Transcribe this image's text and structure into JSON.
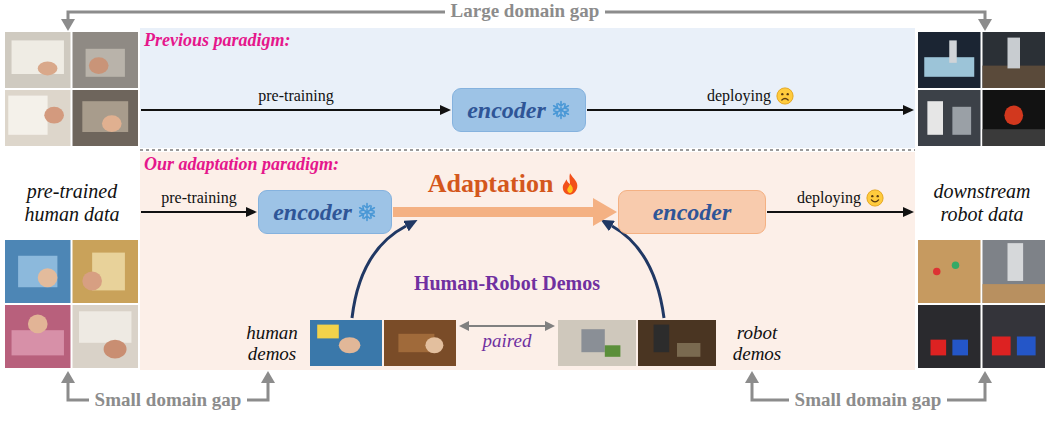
{
  "diagram": {
    "nodes": [
      {
        "text": [
          "pre-trained human data"
        ]
      },
      {
        "text": [
          "encoder"
        ]
      },
      {
        "text": [
          "encoder"
        ]
      },
      {
        "text": [
          "encoder"
        ]
      },
      {
        "text": [
          "downstream robot data"
        ]
      },
      {
        "text": [
          "human demos"
        ]
      },
      {
        "text": [
          "robot demos"
        ]
      }
    ],
    "edges": [
      {
        "from": 0,
        "to": 1,
        "arrow": "to",
        "label": "pre-training"
      },
      {
        "from": 1,
        "to": 4,
        "arrow": "to",
        "label": "deploying"
      },
      {
        "from": 0,
        "to": 2,
        "arrow": "to",
        "label": "pre-training"
      },
      {
        "from": 2,
        "to": 3,
        "arrow": "to",
        "label": "Adaptation"
      },
      {
        "from": 3,
        "to": 4,
        "arrow": "to",
        "label": "deploying"
      },
      {
        "from": 5,
        "to": 6,
        "arrow": "both",
        "label": "paired"
      }
    ],
    "labels": [
      "Large domain gap",
      "Previous paradigm:",
      "Our adaptation paradigm:",
      "Human-Robot Demos",
      "Small domain gap",
      "Small domain gap"
    ]
  }
}
